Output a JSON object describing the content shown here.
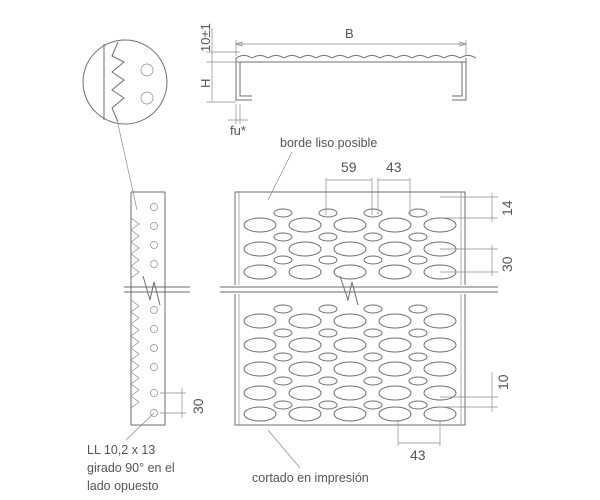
{
  "labels": {
    "B": "B",
    "tol": "10±1",
    "H": "H",
    "fu": "fu*",
    "borde": "borde liso posible",
    "d59": "59",
    "d43_top": "43",
    "d14": "14",
    "d30_right": "30",
    "d10": "10",
    "d30_left": "30",
    "d43_bottom": "43",
    "ll_line1": "LL 10,2 x 13",
    "ll_line2": "girado 90° en el",
    "ll_line3": "lado opuesto",
    "cortado": "cortado en impresión"
  }
}
